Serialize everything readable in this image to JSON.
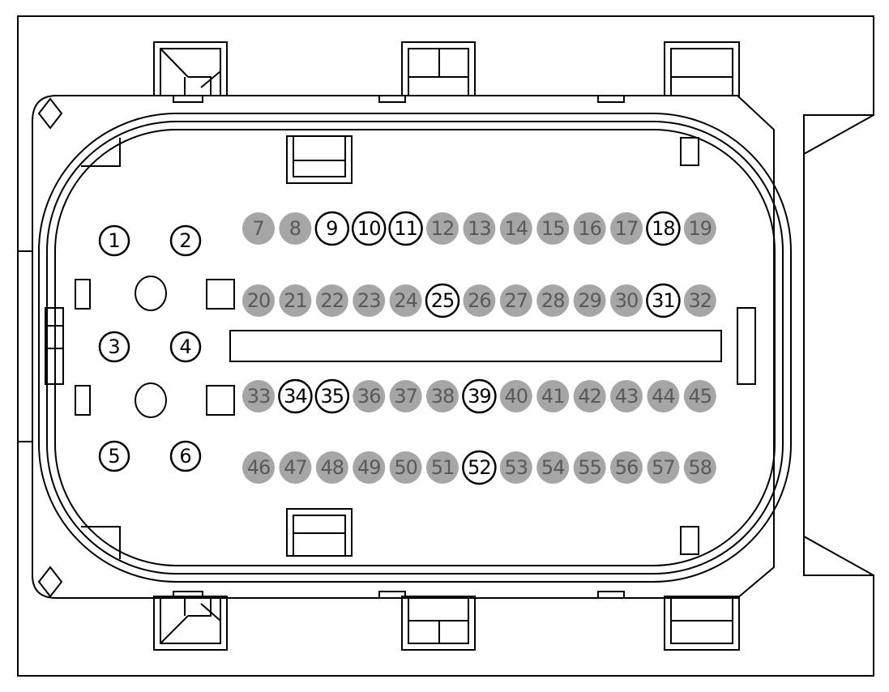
{
  "colors": {
    "outline": "#000000",
    "pin_used_fill": "#ffffff",
    "pin_used_text": "#000000",
    "pin_unused_fill": "#a6a6a6",
    "pin_unused_text": "#595959"
  },
  "pins": {
    "large": [
      {
        "label": "1",
        "used": true
      },
      {
        "label": "2",
        "used": true
      },
      {
        "label": "3",
        "used": true
      },
      {
        "label": "4",
        "used": true
      },
      {
        "label": "5",
        "used": true
      },
      {
        "label": "6",
        "used": true
      }
    ],
    "row1": [
      {
        "label": "7",
        "used": false
      },
      {
        "label": "8",
        "used": false
      },
      {
        "label": "9",
        "used": true
      },
      {
        "label": "10",
        "used": true
      },
      {
        "label": "11",
        "used": true
      },
      {
        "label": "12",
        "used": false
      },
      {
        "label": "13",
        "used": false
      },
      {
        "label": "14",
        "used": false
      },
      {
        "label": "15",
        "used": false
      },
      {
        "label": "16",
        "used": false
      },
      {
        "label": "17",
        "used": false
      },
      {
        "label": "18",
        "used": true
      },
      {
        "label": "19",
        "used": false
      }
    ],
    "row2": [
      {
        "label": "20",
        "used": false
      },
      {
        "label": "21",
        "used": false
      },
      {
        "label": "22",
        "used": false
      },
      {
        "label": "23",
        "used": false
      },
      {
        "label": "24",
        "used": false
      },
      {
        "label": "25",
        "used": true
      },
      {
        "label": "26",
        "used": false
      },
      {
        "label": "27",
        "used": false
      },
      {
        "label": "28",
        "used": false
      },
      {
        "label": "29",
        "used": false
      },
      {
        "label": "30",
        "used": false
      },
      {
        "label": "31",
        "used": true
      },
      {
        "label": "32",
        "used": false
      }
    ],
    "row3": [
      {
        "label": "33",
        "used": false
      },
      {
        "label": "34",
        "used": true
      },
      {
        "label": "35",
        "used": true
      },
      {
        "label": "36",
        "used": false
      },
      {
        "label": "37",
        "used": false
      },
      {
        "label": "38",
        "used": false
      },
      {
        "label": "39",
        "used": true
      },
      {
        "label": "40",
        "used": false
      },
      {
        "label": "41",
        "used": false
      },
      {
        "label": "42",
        "used": false
      },
      {
        "label": "43",
        "used": false
      },
      {
        "label": "44",
        "used": false
      },
      {
        "label": "45",
        "used": false
      }
    ],
    "row4": [
      {
        "label": "46",
        "used": false
      },
      {
        "label": "47",
        "used": false
      },
      {
        "label": "48",
        "used": false
      },
      {
        "label": "49",
        "used": false
      },
      {
        "label": "50",
        "used": false
      },
      {
        "label": "51",
        "used": false
      },
      {
        "label": "52",
        "used": true
      },
      {
        "label": "53",
        "used": false
      },
      {
        "label": "54",
        "used": false
      },
      {
        "label": "55",
        "used": false
      },
      {
        "label": "56",
        "used": false
      },
      {
        "label": "57",
        "used": false
      },
      {
        "label": "58",
        "used": false
      }
    ]
  }
}
